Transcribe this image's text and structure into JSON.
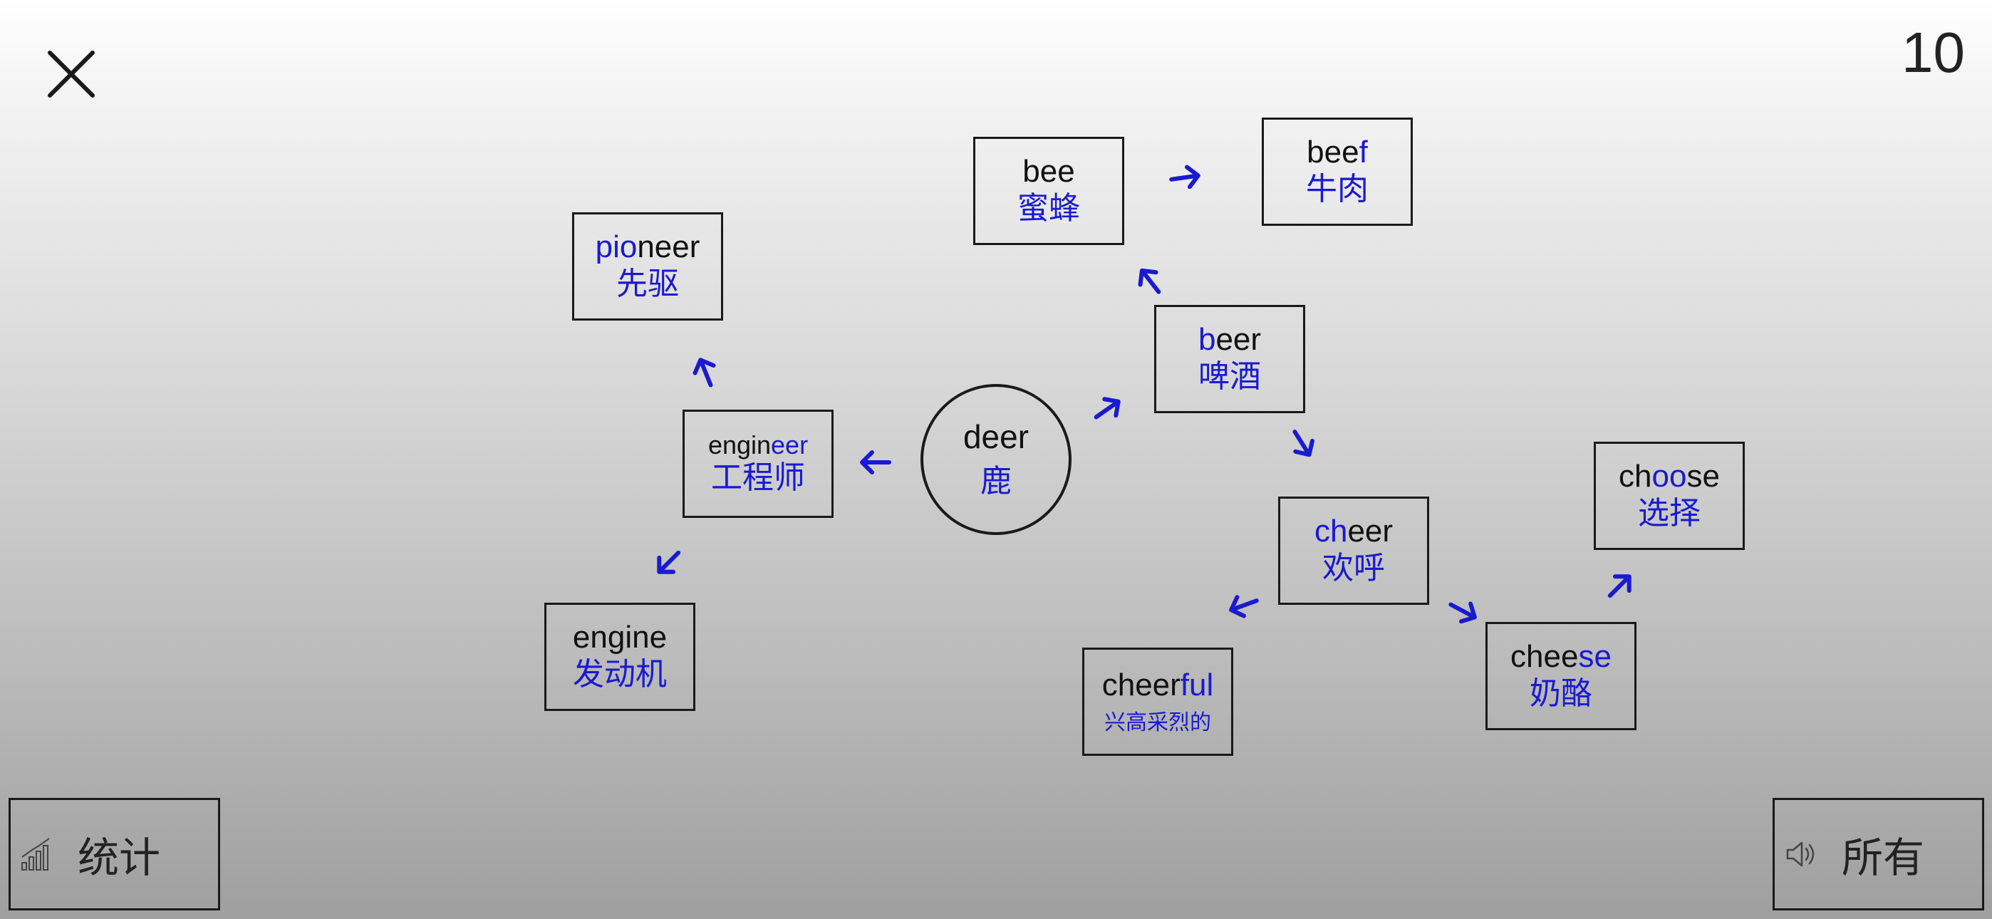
{
  "counter": "10",
  "center": {
    "en": "deer",
    "zh": "鹿"
  },
  "words": {
    "pioneer": {
      "pre": "",
      "hl": "pio",
      "post": "neer",
      "zh": "先驱"
    },
    "engineer": {
      "pre": "engin",
      "hl": "eer",
      "post": "",
      "zh": "工程师"
    },
    "engine": {
      "pre": "engine",
      "hl": "",
      "post": "",
      "zh": "发动机"
    },
    "bee": {
      "pre": "bee",
      "hl": "",
      "post": "",
      "zh": "蜜蜂"
    },
    "beef": {
      "pre": "bee",
      "hl": "f",
      "post": "",
      "zh": "牛肉"
    },
    "beer": {
      "pre": "",
      "hl": "b",
      "post": "eer",
      "zh": "啤酒"
    },
    "cheer": {
      "pre": "",
      "hl": "ch",
      "post": "eer",
      "zh": "欢呼"
    },
    "cheerful": {
      "pre": "cheer",
      "hl": "ful",
      "post": "",
      "zh": "兴高采烈的"
    },
    "cheese": {
      "pre": "chee",
      "hl": "se",
      "post": "",
      "zh": "奶酪"
    },
    "choose": {
      "pre": "ch",
      "hl": "oo",
      "post": "se",
      "zh": "选择"
    }
  },
  "buttons": {
    "stats_label": "统计",
    "all_label": "所有"
  },
  "colors": {
    "highlight": "#1a1ad0",
    "border": "#1a1a1a"
  }
}
